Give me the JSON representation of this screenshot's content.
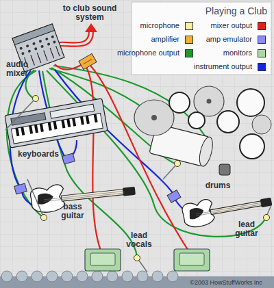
{
  "diagram": {
    "title": "Playing a Club",
    "labels": [
      "to club sound system",
      "audio mixer",
      "keyboards",
      "drums",
      "bass guitar",
      "lead vocals",
      "lead guitar",
      "©2003 HowStuffWorks Inc"
    ],
    "legend": [
      {
        "text": "microphone",
        "color": "#fbf1a6"
      },
      {
        "text": "mixer output",
        "color": "#e3201b"
      },
      {
        "text": "amplifier",
        "color": "#f4ad3d"
      },
      {
        "text": "amp emulator",
        "color": "#8a8cf5"
      },
      {
        "text": "microphone output",
        "color": "#1c9a2c"
      },
      {
        "text": "monitors",
        "color": "#a9d9a2"
      },
      {
        "text": "instrument output",
        "color": "#1626d8"
      }
    ]
  }
}
